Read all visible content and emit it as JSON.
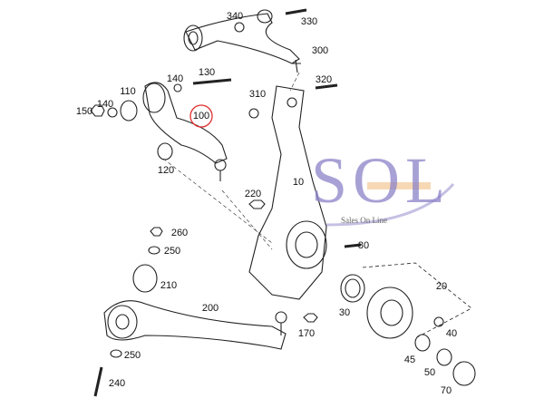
{
  "diagram": {
    "labels": [
      "340",
      "330",
      "300",
      "130",
      "140",
      "320",
      "140",
      "110",
      "150",
      "310",
      "100",
      "120",
      "10",
      "220",
      "260",
      "250",
      "80",
      "210",
      "20",
      "200",
      "30",
      "40",
      "170",
      "250",
      "45",
      "50",
      "240",
      "70"
    ],
    "highlighted_label": "100",
    "highlight_color": "#e03030"
  },
  "logo": {
    "text": "SOL",
    "subtitle": "Sales On Line",
    "color": "#8b82c8"
  }
}
